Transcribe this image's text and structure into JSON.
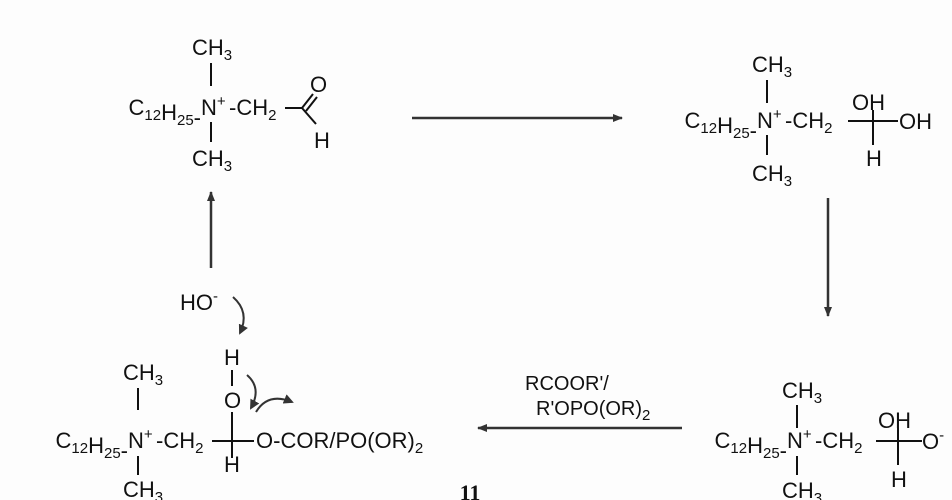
{
  "scheme": {
    "compound_label": "11",
    "aldehyde": {
      "top_methyl": "CH3",
      "bottom_methyl": "CH3",
      "chain": "C12H25-",
      "nitrogen": "N+",
      "linker": "-CH2",
      "carbonyl_o": "O",
      "aldehyde_h": "H"
    },
    "hydrate": {
      "top_methyl": "CH3",
      "bottom_methyl": "CH3",
      "chain": "C12H25-",
      "nitrogen": "N+",
      "linker": "-CH2",
      "upper_oh": "OH",
      "right_oh": "OH",
      "lower_h": "H"
    },
    "alkoxide": {
      "top_methyl": "CH3",
      "bottom_methyl": "CH3",
      "chain": "C12H25-",
      "nitrogen": "N+",
      "linker": "-CH2",
      "upper_oh": "OH",
      "oxide": "O-",
      "lower_h": "H"
    },
    "intermediate": {
      "top_methyl": "CH3",
      "bottom_methyl": "CH3",
      "chain": "C12H25-",
      "nitrogen": "N+",
      "linker": "-CH2",
      "hydroxyl_h": "H",
      "hydroxyl_o": "O",
      "lower_h": "H",
      "ester": "O-COR/PO(OR)2"
    },
    "reagent_line1": "RCOOR'/",
    "reagent_line2": "R'OPO(OR)2",
    "hydroxide": "HO-"
  }
}
